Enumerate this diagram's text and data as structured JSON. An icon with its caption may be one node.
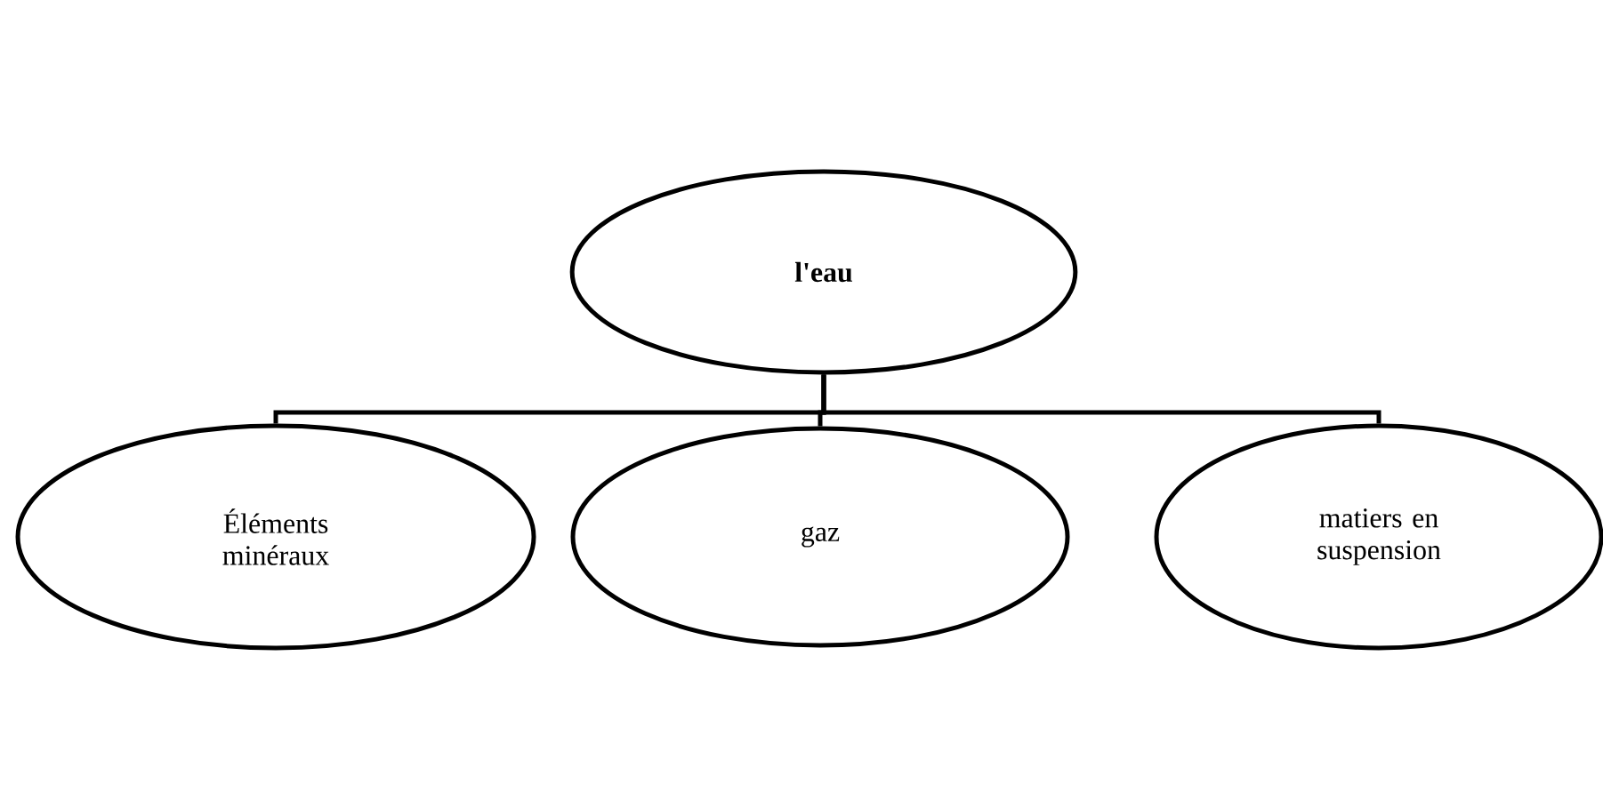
{
  "diagram": {
    "nodes": [
      {
        "text": [
          "l'eau"
        ]
      },
      {
        "text": [
          "Éléments minéraux"
        ]
      },
      {
        "text": [
          "gaz"
        ]
      },
      {
        "text": [
          "matiers en suspension"
        ]
      }
    ],
    "edges": [
      {
        "from": 0,
        "to": 1,
        "arrow": "none"
      },
      {
        "from": 0,
        "to": 2,
        "arrow": "none"
      },
      {
        "from": 0,
        "to": 3,
        "arrow": "none"
      }
    ]
  }
}
